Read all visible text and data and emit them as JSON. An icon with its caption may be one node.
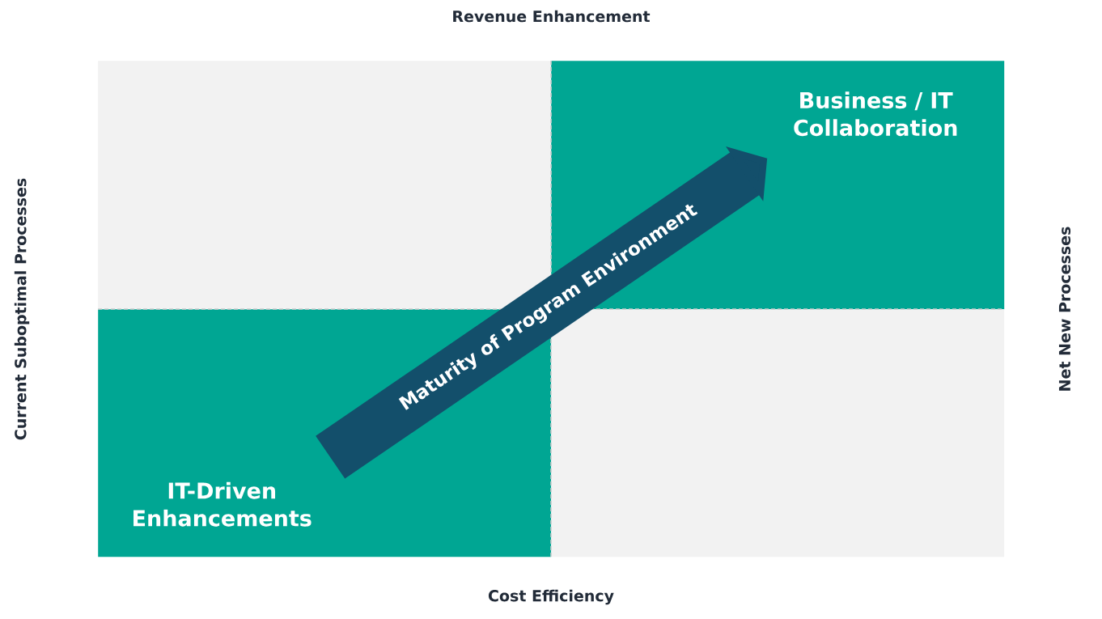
{
  "diagram": {
    "nodes": [
      {
        "text": [],
        "shape": "box"
      },
      {
        "text": [
          "Business / IT Collaboration"
        ]
      },
      {
        "text": [
          "IT-Driven Enhancements"
        ]
      },
      {
        "text": [],
        "shape": "box"
      }
    ],
    "edges": [
      {
        "from": 2,
        "to": 1,
        "arrow": "to",
        "label": "Maturity of Program Environment"
      }
    ],
    "labels": [
      "Revenue Enhancement",
      "Current Suboptimal Processes",
      "Net New Processes",
      "Cost Efficiency"
    ]
  }
}
